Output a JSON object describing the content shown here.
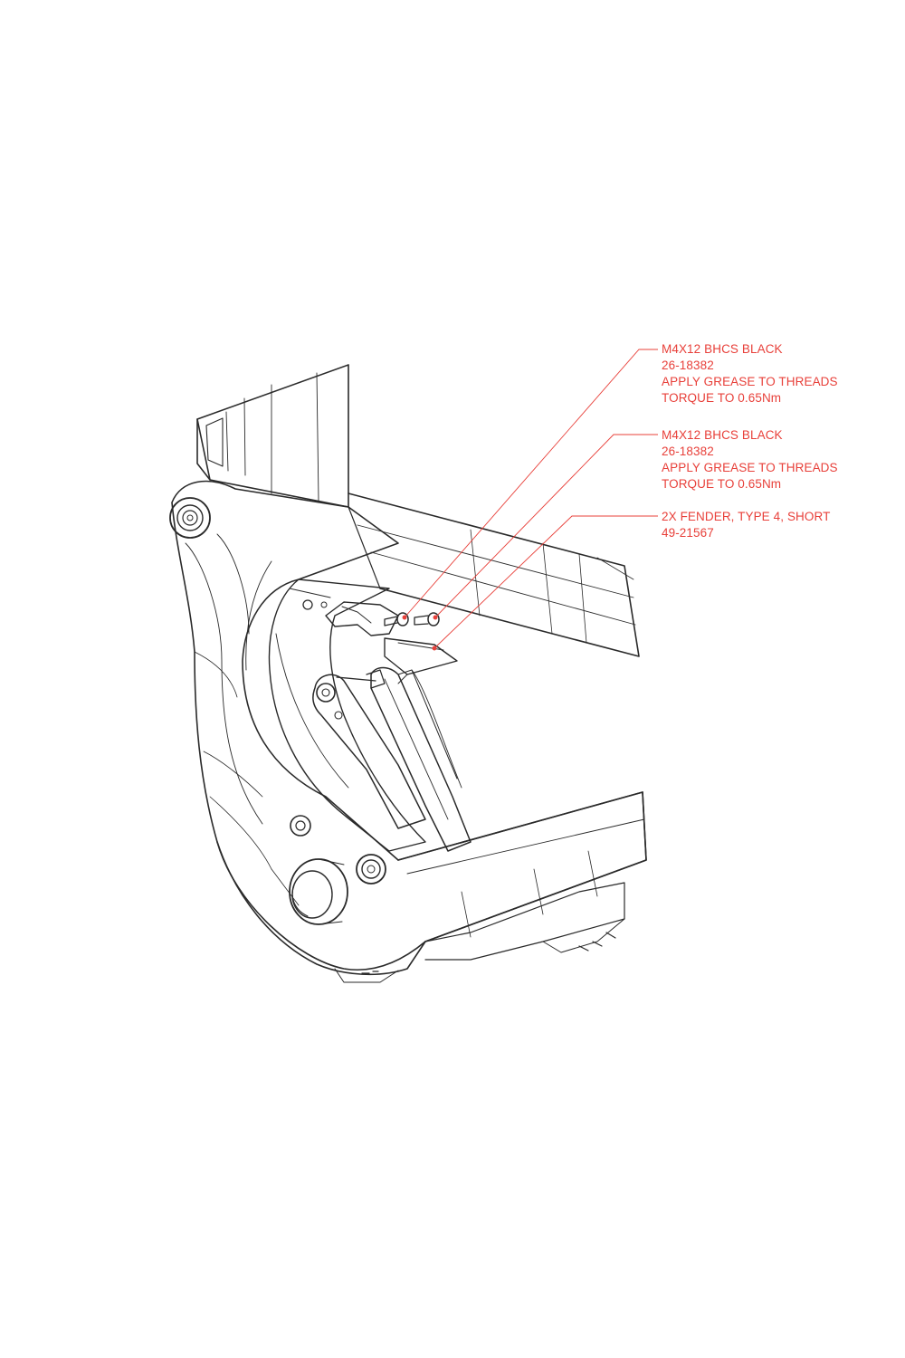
{
  "colors": {
    "callout": "#e8403a",
    "linework": "#2a2a2a",
    "background": "#ffffff"
  },
  "callouts": [
    {
      "lines": [
        "M4X12 BHCS BLACK",
        "26-18382",
        "APPLY GREASE TO THREADS",
        "TORQUE TO 0.65Nm"
      ]
    },
    {
      "lines": [
        "M4X12 BHCS BLACK",
        "26-18382",
        "APPLY GREASE TO THREADS",
        "TORQUE TO 0.65Nm"
      ]
    },
    {
      "lines": [
        "2X FENDER, TYPE 4, SHORT",
        "49-21567"
      ]
    }
  ]
}
